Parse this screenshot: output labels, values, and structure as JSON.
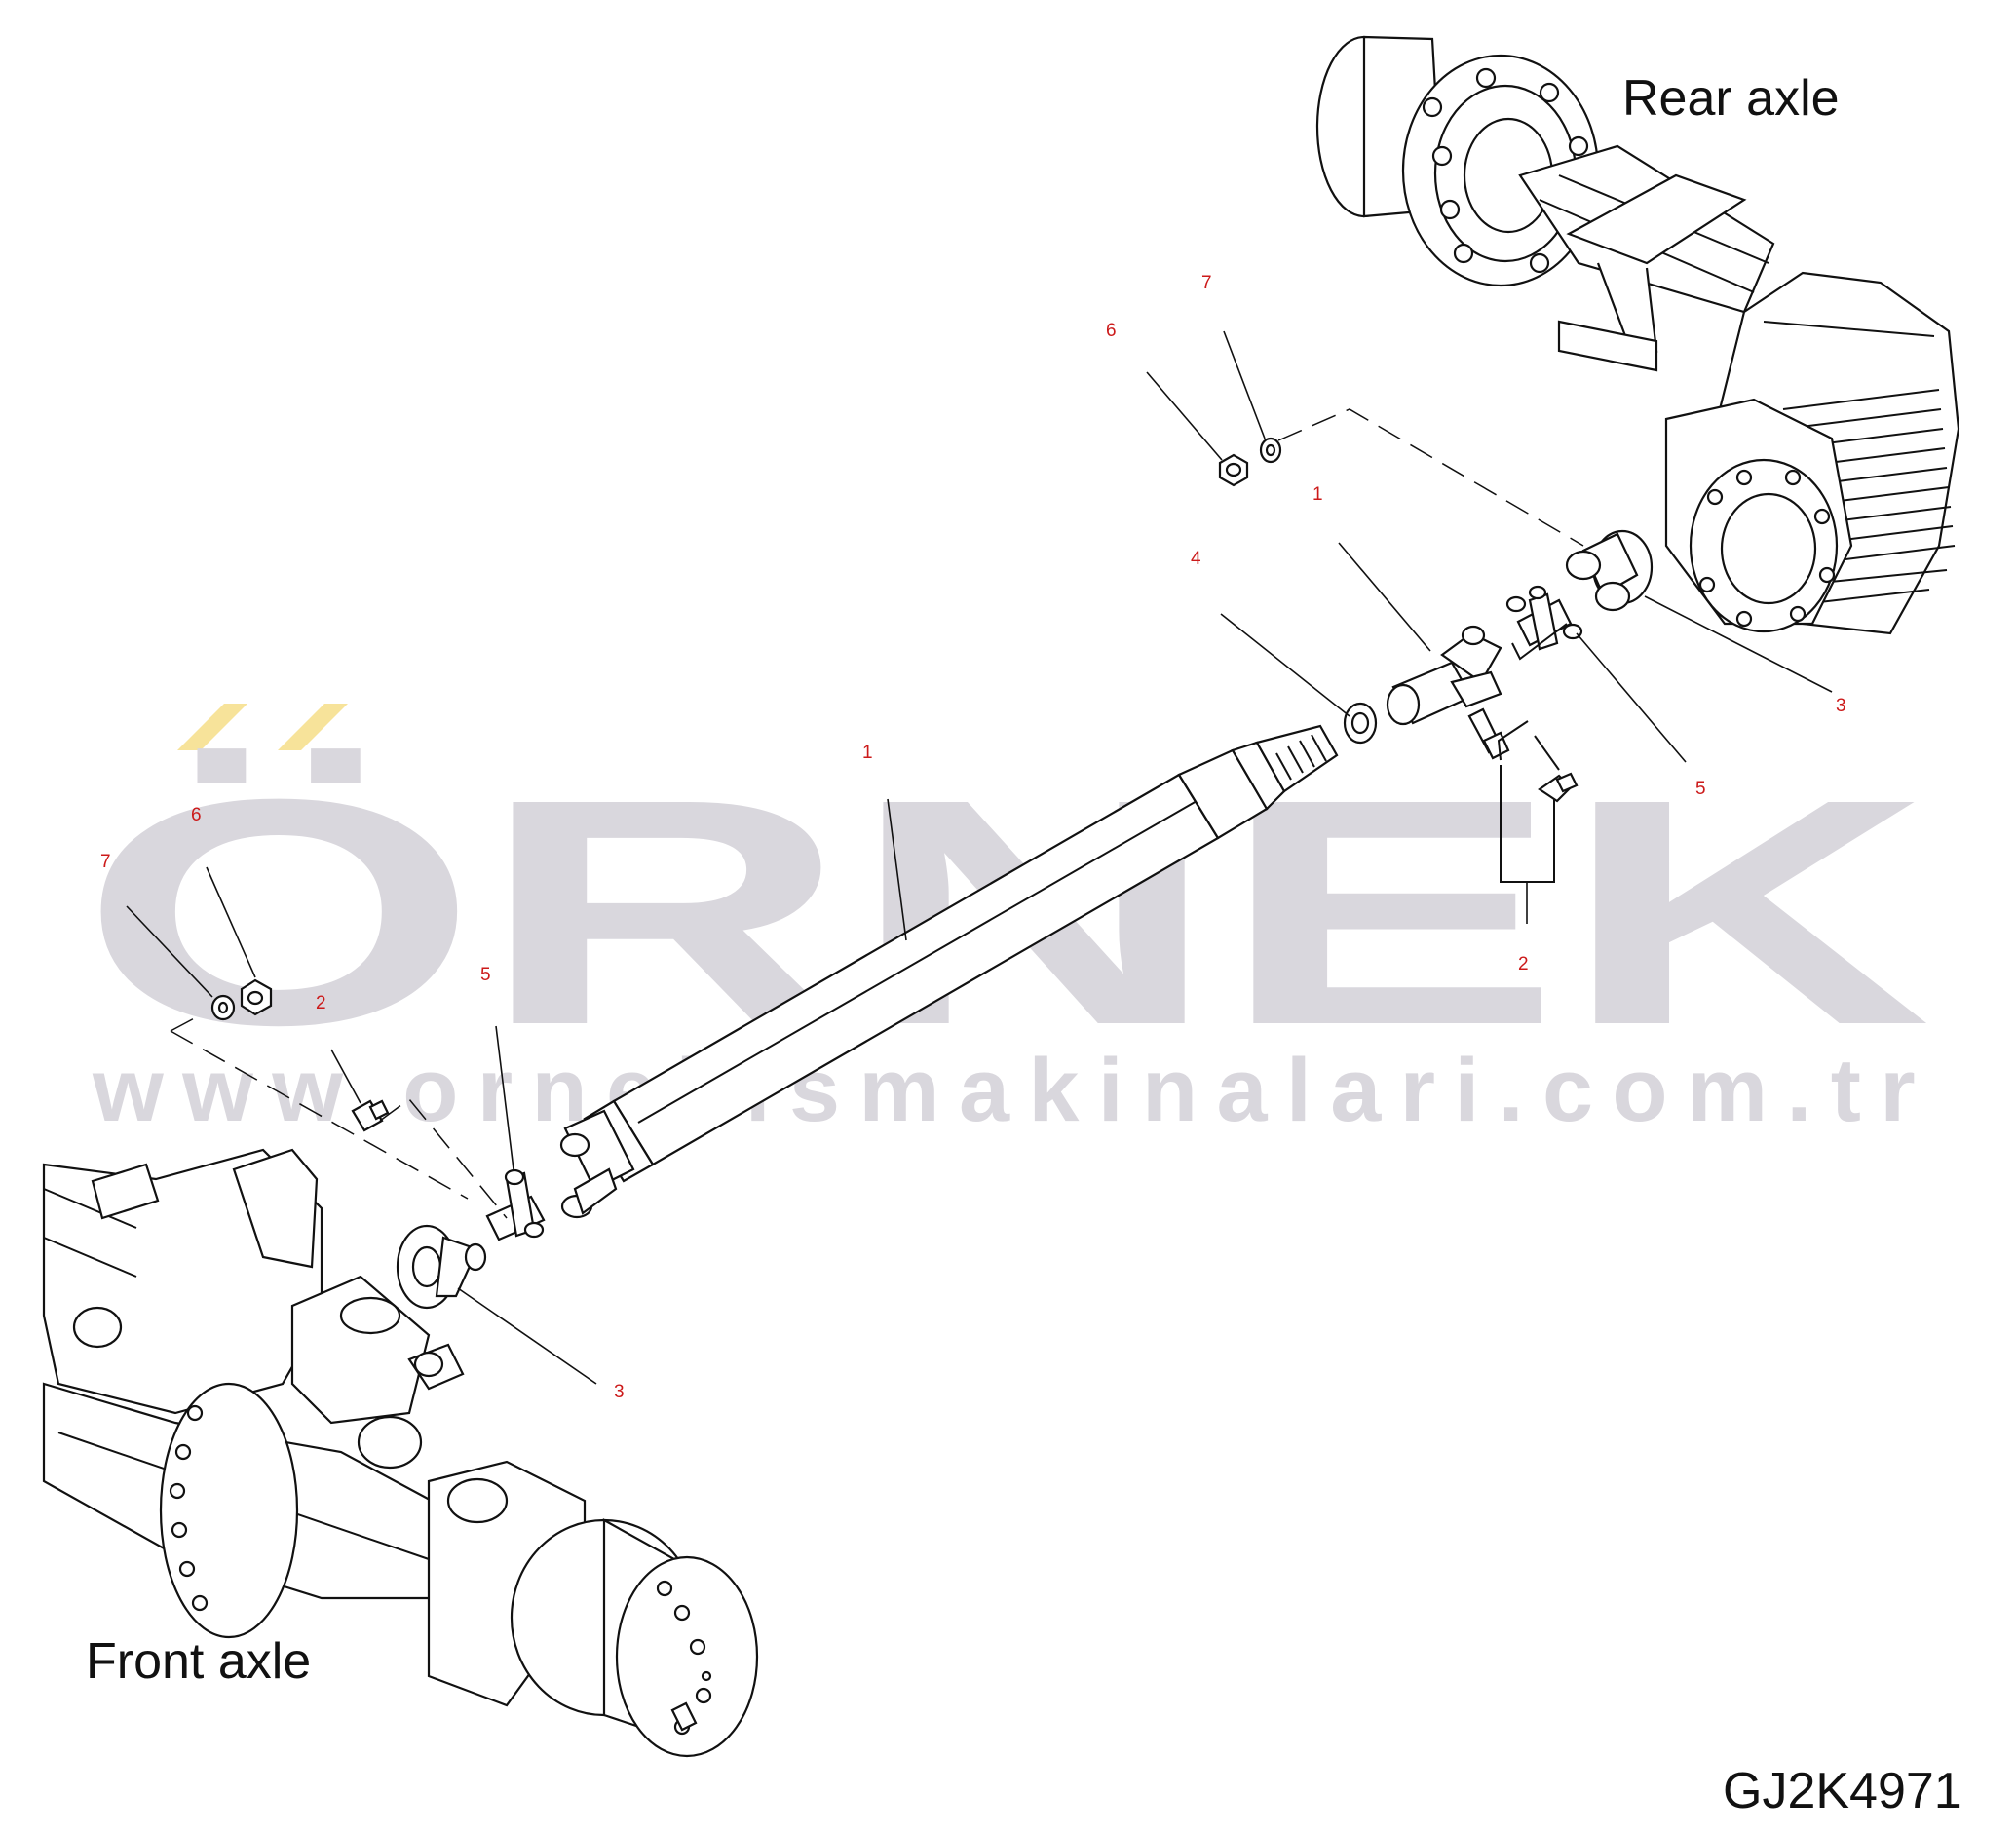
{
  "labels": {
    "rear_axle": "Rear axle",
    "front_axle": "Front axle",
    "drawing_number": "GJ2K4971"
  },
  "watermark": {
    "logo": "ÖRNEK",
    "url": "www.ornekismakinalari.com.tr",
    "logo_color": "#d9d7dd",
    "accent_color": "#f7e39a"
  },
  "callouts": {
    "propshaft": "1",
    "slip_yoke": "1",
    "grease_nipple_rear": "2",
    "grease_nipple_front": "2",
    "flange_yoke_rear": "3",
    "flange_yoke_front": "3",
    "dust_seal": "4",
    "spider_rear": "5",
    "spider_front": "5",
    "nut_rear": "6",
    "nut_front": "6",
    "washer_rear": "7",
    "washer_front": "7"
  },
  "colors": {
    "callout": "#cc1a1a",
    "linework": "#111111"
  }
}
